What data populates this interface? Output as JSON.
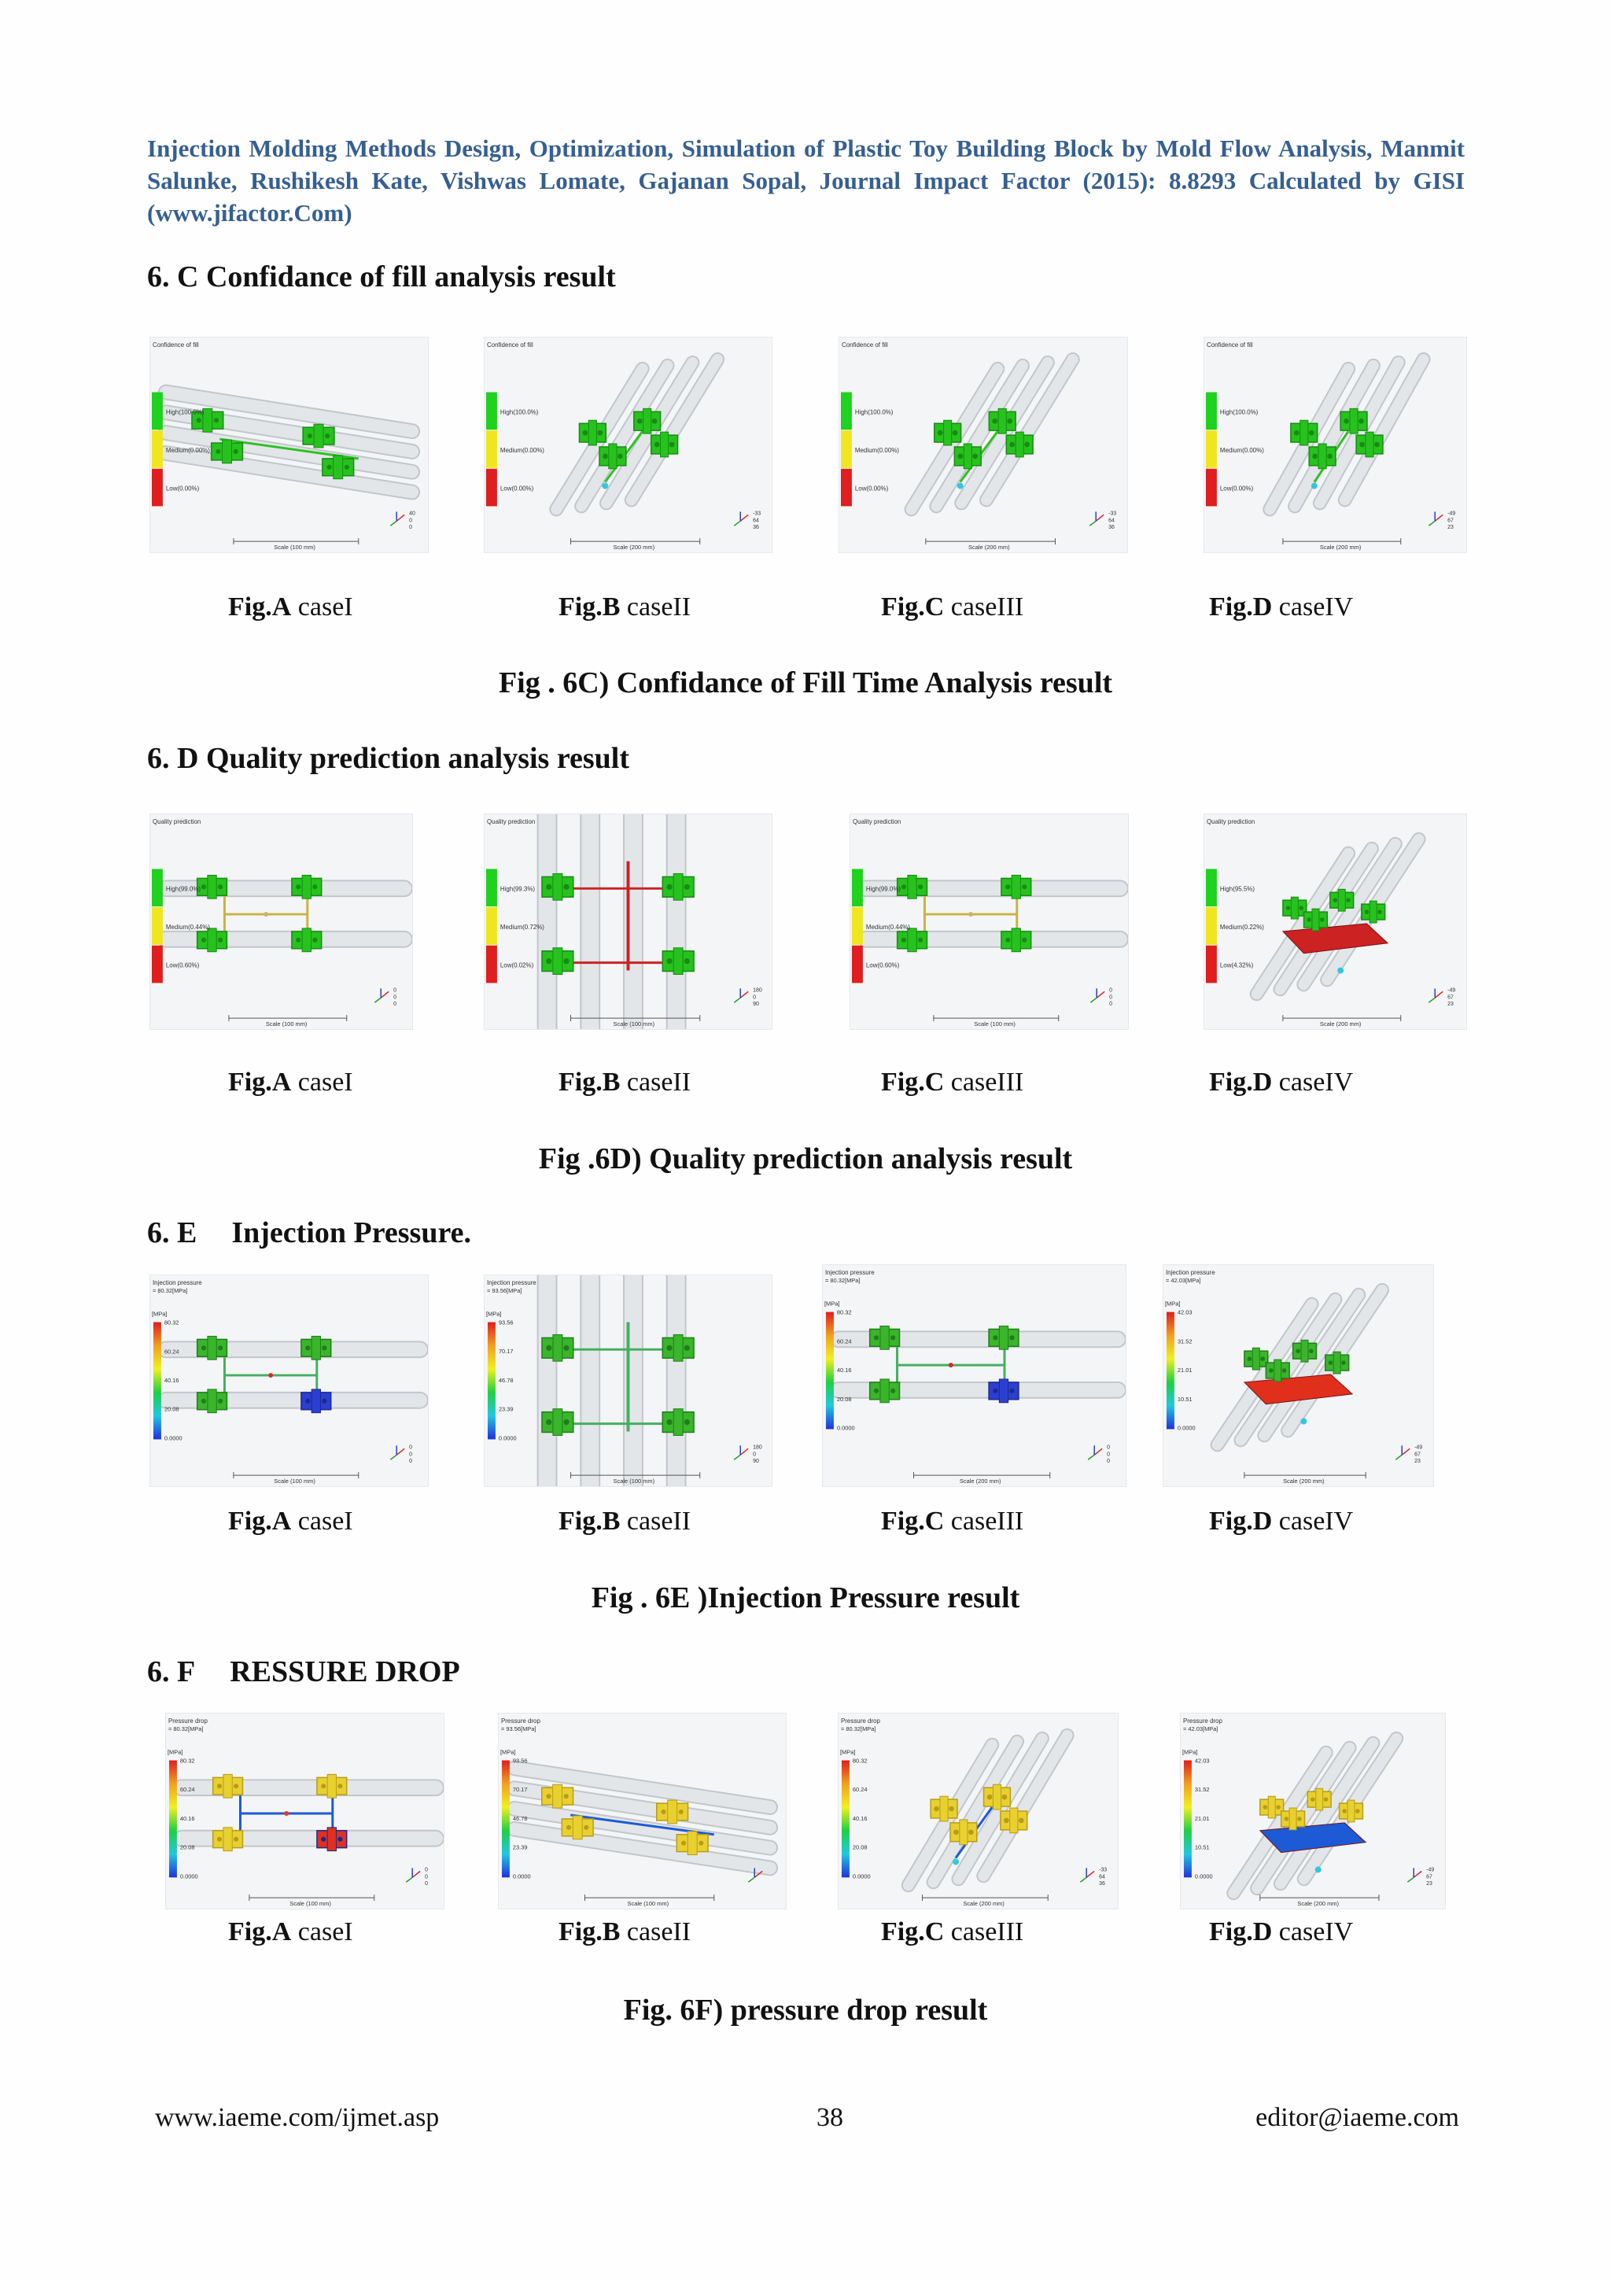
{
  "header": "Injection Molding Methods Design, Optimization, Simulation of Plastic Toy Building Block by Mold Flow Analysis, Manmit Salunke, Rushikesh Kate, Vishwas Lomate, Gajanan Sopal, Journal Impact Factor (2015): 8.8293 Calculated by GISI (www.jifactor.Com)",
  "sections": [
    {
      "id": "6c",
      "num": "6. C",
      "title": "Confidance of fill analysis result",
      "caption": "Fig . 6C) Confidance of Fill Time Analysis result",
      "figures": [
        {
          "fig": "Fig.A",
          "case": "caseI",
          "plot_title": "Confidence of fill",
          "subtitle": "",
          "legend_type": "confidence",
          "ticks": [
            "High(100.0%)",
            "Medium(0.00%)",
            "Low(0.00%)"
          ],
          "scale": "Scale (100 mm)",
          "coords": [
            "40",
            "0",
            "0"
          ]
        },
        {
          "fig": "Fig.B",
          "case": "caseII",
          "plot_title": "Confidence of fill",
          "subtitle": "",
          "legend_type": "confidence",
          "ticks": [
            "High(100.0%)",
            "Medium(0.00%)",
            "Low(0.00%)"
          ],
          "scale": "Scale (200 mm)",
          "coords": [
            "-33",
            "64",
            "36"
          ]
        },
        {
          "fig": "Fig.C",
          "case": "caseIII",
          "plot_title": "Confidence of fill",
          "subtitle": "",
          "legend_type": "confidence",
          "ticks": [
            "High(100.0%)",
            "Medium(0.00%)",
            "Low(0.00%)"
          ],
          "scale": "Scale (200 mm)",
          "coords": [
            "-33",
            "64",
            "36"
          ]
        },
        {
          "fig": "Fig.D",
          "case": "caseIV",
          "plot_title": "Confidence of fill",
          "subtitle": "",
          "legend_type": "confidence",
          "ticks": [
            "High(100.0%)",
            "Medium(0.00%)",
            "Low(0.00%)"
          ],
          "scale": "Scale (200 mm)",
          "coords": [
            "-49",
            "67",
            "23"
          ]
        }
      ]
    },
    {
      "id": "6d",
      "num": "6. D",
      "title": "Quality prediction analysis result",
      "caption": "Fig .6D) Quality prediction analysis result",
      "figures": [
        {
          "fig": "Fig.A",
          "case": "caseI",
          "plot_title": "Quality prediction",
          "subtitle": "",
          "legend_type": "confidence",
          "ticks": [
            "High(99.0%)",
            "Medium(0.44%)",
            "Low(0.60%)"
          ],
          "scale": "Scale (100 mm)",
          "coords": [
            "0",
            "0",
            "0"
          ]
        },
        {
          "fig": "Fig.B",
          "case": "caseII",
          "plot_title": "Quality prediction",
          "subtitle": "",
          "legend_type": "confidence",
          "ticks": [
            "High(99.3%)",
            "Medium(0.72%)",
            "Low(0.02%)"
          ],
          "scale": "Scale (100 mm)",
          "coords": [
            "180",
            "0",
            "90"
          ]
        },
        {
          "fig": "Fig.C",
          "case": "caseIII",
          "plot_title": "Quality prediction",
          "subtitle": "",
          "legend_type": "confidence",
          "ticks": [
            "High(99.0%)",
            "Medium(0.44%)",
            "Low(0.60%)"
          ],
          "scale": "Scale (100 mm)",
          "coords": [
            "0",
            "0",
            "0"
          ]
        },
        {
          "fig": "Fig.D",
          "case": "caseIV",
          "plot_title": "Quality prediction",
          "subtitle": "",
          "legend_type": "confidence",
          "ticks": [
            "High(95.5%)",
            "Medium(0.22%)",
            "Low(4.32%)"
          ],
          "scale": "Scale (200 mm)",
          "coords": [
            "-49",
            "67",
            "23"
          ]
        }
      ]
    },
    {
      "id": "6e",
      "num": "6. E",
      "title": "Injection Pressure.",
      "caption": "Fig . 6E )Injection Pressure result",
      "figures": [
        {
          "fig": "Fig.A",
          "case": "caseI",
          "plot_title": "Injection pressure",
          "subtitle": "= 80.32[MPa]",
          "legend_type": "rainbow",
          "unit": "[MPa]",
          "ticks": [
            "80.32",
            "60.24",
            "40.16",
            "20.08",
            "0.0000"
          ],
          "scale": "Scale (100 mm)",
          "coords": [
            "0",
            "0",
            "0"
          ]
        },
        {
          "fig": "Fig.B",
          "case": "caseII",
          "plot_title": "Injection pressure",
          "subtitle": "= 93.56[MPa]",
          "legend_type": "rainbow",
          "unit": "[MPa]",
          "ticks": [
            "93.56",
            "70.17",
            "46.78",
            "23.39",
            "0.0000"
          ],
          "scale": "Scale (100 mm)",
          "coords": [
            "180",
            "0",
            "90"
          ]
        },
        {
          "fig": "Fig.C",
          "case": "caseIII",
          "plot_title": "Injection pressure",
          "subtitle": "= 80.32[MPa]",
          "legend_type": "rainbow",
          "unit": "[MPa]",
          "ticks": [
            "80.32",
            "60.24",
            "40.16",
            "20.08",
            "0.0000"
          ],
          "scale": "Scale (200 mm)",
          "coords": [
            "0",
            "0",
            "0"
          ]
        },
        {
          "fig": "Fig.D",
          "case": "caseIV",
          "plot_title": "Injection pressure",
          "subtitle": "= 42.03[MPa]",
          "legend_type": "rainbow",
          "unit": "[MPa]",
          "ticks": [
            "42.03",
            "31.52",
            "21.01",
            "10.51",
            "0.0000"
          ],
          "scale": "Scale (200 mm)",
          "coords": [
            "-49",
            "67",
            "23"
          ]
        }
      ]
    },
    {
      "id": "6f",
      "num": "6. F",
      "title": "RESSURE DROP",
      "caption": "Fig. 6F) pressure drop result",
      "figures": [
        {
          "fig": "Fig.A",
          "case": "caseI",
          "plot_title": "Pressure drop",
          "subtitle": "= 80.32[MPa]",
          "legend_type": "rainbow",
          "unit": "[MPa]",
          "ticks": [
            "80.32",
            "60.24",
            "40.16",
            "20.08",
            "0.0000"
          ],
          "scale": "Scale (100 mm)",
          "coords": [
            "0",
            "0",
            "0"
          ]
        },
        {
          "fig": "Fig.B",
          "case": "caseII",
          "plot_title": "Pressure drop",
          "subtitle": "= 93.56[MPa]",
          "legend_type": "rainbow",
          "unit": "[MPa]",
          "ticks": [
            "93.56",
            "70.17",
            "46.78",
            "23.39",
            "0.0000"
          ],
          "scale": "Scale (100 mm)",
          "coords": [
            "",
            "",
            ""
          ]
        },
        {
          "fig": "Fig.C",
          "case": "caseIII",
          "plot_title": "Pressure drop",
          "subtitle": "= 80.32[MPa]",
          "legend_type": "rainbow",
          "unit": "[MPa]",
          "ticks": [
            "80.32",
            "60.24",
            "40.16",
            "20.08",
            "0.0000"
          ],
          "scale": "Scale (200 mm)",
          "coords": [
            "-33",
            "64",
            "36"
          ]
        },
        {
          "fig": "Fig.D",
          "case": "caseIV",
          "plot_title": "Pressure drop",
          "subtitle": "= 42.03[MPa]",
          "legend_type": "rainbow",
          "unit": "[MPa]",
          "ticks": [
            "42.03",
            "31.52",
            "21.01",
            "10.51",
            "0.0000"
          ],
          "scale": "Scale (200 mm)",
          "coords": [
            "-49",
            "67",
            "23"
          ]
        }
      ]
    }
  ],
  "footer": {
    "left": "www.iaeme.com/ijmet.asp",
    "page": "38",
    "right": "editor@iaeme.com"
  }
}
